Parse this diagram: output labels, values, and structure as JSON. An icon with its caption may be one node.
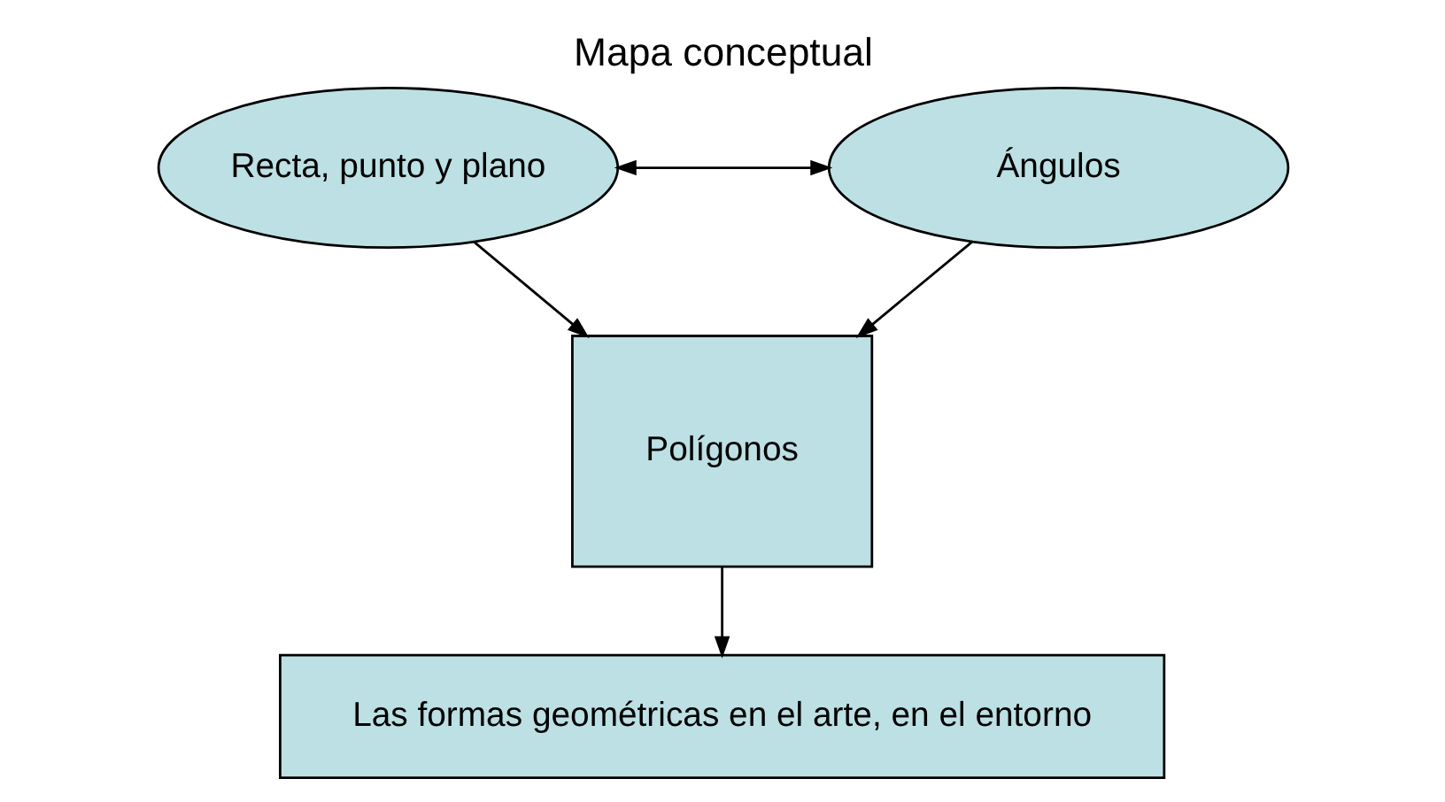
{
  "diagram": {
    "title": "Mapa conceptual",
    "nodes": [
      {
        "text": [
          "Recta, punto y plano"
        ]
      },
      {
        "text": [
          "Ángulos"
        ]
      },
      {
        "text": [
          "Polígonos"
        ]
      },
      {
        "text": [
          "Las formas geométricas en el arte, en el entorno"
        ]
      }
    ],
    "edges": [
      {
        "from": 0,
        "to": 1,
        "arrow": "both"
      },
      {
        "from": 0,
        "to": 2,
        "arrow": "to"
      },
      {
        "from": 1,
        "to": 2,
        "arrow": "to"
      },
      {
        "from": 2,
        "to": 3,
        "arrow": "to"
      }
    ]
  }
}
